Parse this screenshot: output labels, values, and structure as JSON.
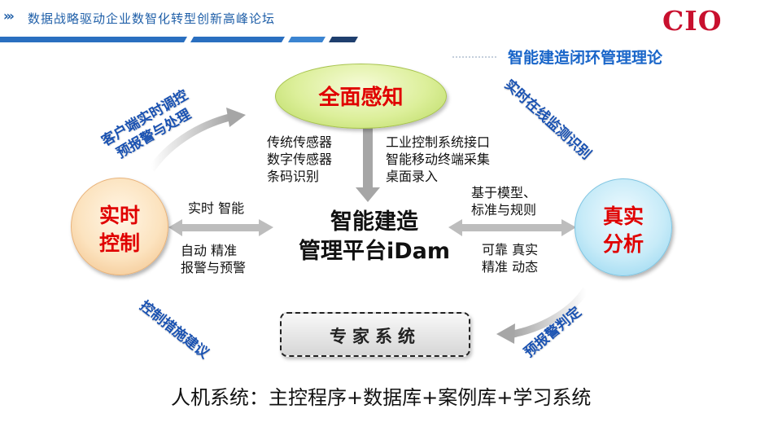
{
  "header": {
    "chevrons": "›››",
    "title": "数据战略驱动企业数智化转型创新高峰论坛",
    "logo_text": "CIO"
  },
  "subtitle": "智能建造闭环管理理论",
  "nodes": {
    "perception": "全面感知",
    "control": [
      "实时",
      "控制"
    ],
    "analysis": [
      "真实",
      "分析"
    ],
    "expert": "专家系统",
    "center": [
      "智能建造",
      "管理平台iDam"
    ]
  },
  "texts": {
    "sensors": [
      "传统传感器",
      "数字传感器",
      "条码识别"
    ],
    "inputs": [
      "工业控制系统接口",
      "智能移动终端采集",
      "桌面录入"
    ],
    "control_top": "实时  智能",
    "control_bottom": [
      "自动  精准",
      "报警与预警"
    ],
    "analysis_top": [
      "基于模型、",
      "标准与规则"
    ],
    "analysis_bottom": [
      "可靠  真实",
      "精准  动态"
    ]
  },
  "cycle_labels": {
    "client": [
      "客户端实时调控",
      "预报警与处理"
    ],
    "monitor": [
      "实时在线监测识别"
    ],
    "measures": [
      "控制措施建议"
    ],
    "alarm": [
      "预报警判定"
    ]
  },
  "bottom": "人机系统：主控程序+数据库+案例库+学习系统",
  "colors": {
    "accent_red": "#e00000",
    "label_blue": "#1a52b2",
    "header_blue": "#1f5fa8",
    "arrow_gray": "#a6a6a6"
  }
}
